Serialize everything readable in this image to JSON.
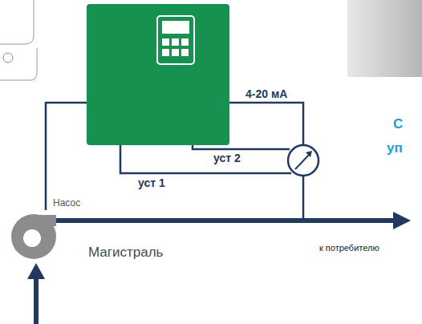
{
  "diagram": {
    "labels": [
      "4-20 мА",
      "уст 2",
      "уст 1",
      "Насос",
      "Магистраль",
      "к потребителю",
      "С",
      "уп"
    ]
  }
}
